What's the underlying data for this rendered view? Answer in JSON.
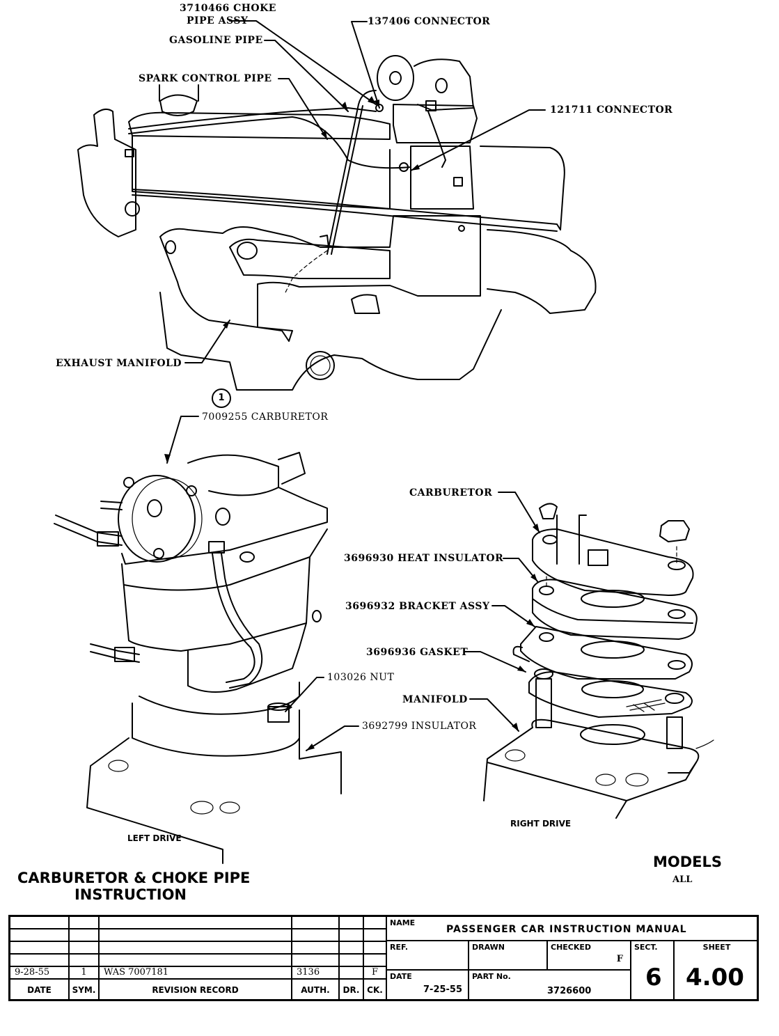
{
  "labels": {
    "choke_pipe_line1": "3710466 CHOKE",
    "choke_pipe_line2": "PIPE ASSY",
    "gasoline_pipe": "GASOLINE PIPE",
    "spark_control_pipe": "SPARK CONTROL PIPE",
    "connector_137406": "137406 CONNECTOR",
    "connector_121711": "121711 CONNECTOR",
    "exhaust_manifold": "EXHAUST MANIFOLD",
    "carburetor_7009255": "7009255  CARBURETOR",
    "callout_number": "1",
    "nut_103026": "103026 NUT",
    "insulator_3692799": "3692799 INSULATOR",
    "carburetor": "CARBURETOR",
    "heat_insulator": "3696930 HEAT INSULATOR",
    "bracket_assy": "3696932 BRACKET ASSY",
    "gasket": "3696936 GASKET",
    "manifold": "MANIFOLD",
    "left_drive": "LEFT DRIVE",
    "right_drive": "RIGHT DRIVE"
  },
  "title": {
    "line1": "CARBURETOR & CHOKE PIPE",
    "line2": "INSTRUCTION"
  },
  "models": {
    "heading": "MODELS",
    "value": "ALL"
  },
  "title_block": {
    "revision_headers": {
      "date": "DATE",
      "sym": "SYM.",
      "record": "REVISION RECORD",
      "auth": "AUTH.",
      "dr": "DR.",
      "ck": "CK."
    },
    "revisions": [
      {
        "date": "",
        "sym": "",
        "record": "",
        "auth": "",
        "dr": "",
        "ck": ""
      },
      {
        "date": "",
        "sym": "",
        "record": "",
        "auth": "",
        "dr": "",
        "ck": ""
      },
      {
        "date": "",
        "sym": "",
        "record": "",
        "auth": "",
        "dr": "",
        "ck": ""
      },
      {
        "date": "",
        "sym": "",
        "record": "",
        "auth": "",
        "dr": "",
        "ck": ""
      },
      {
        "date": "9-28-55",
        "sym": "1",
        "record": "WAS  7007181",
        "auth": "3136",
        "dr": "",
        "ck": "F"
      }
    ],
    "name_label": "NAME",
    "name_value": "PASSENGER CAR INSTRUCTION MANUAL",
    "ref_label": "REF.",
    "ref_value": "",
    "drawn_label": "DRAWN",
    "drawn_value": "",
    "checked_label": "CHECKED",
    "checked_value": "F",
    "date_label": "DATE",
    "date_value": "7-25-55",
    "part_label": "PART No.",
    "part_value": "3726600",
    "sect_label": "SECT.",
    "sect_value": "6",
    "sheet_label": "SHEET",
    "sheet_value": "4.00"
  }
}
